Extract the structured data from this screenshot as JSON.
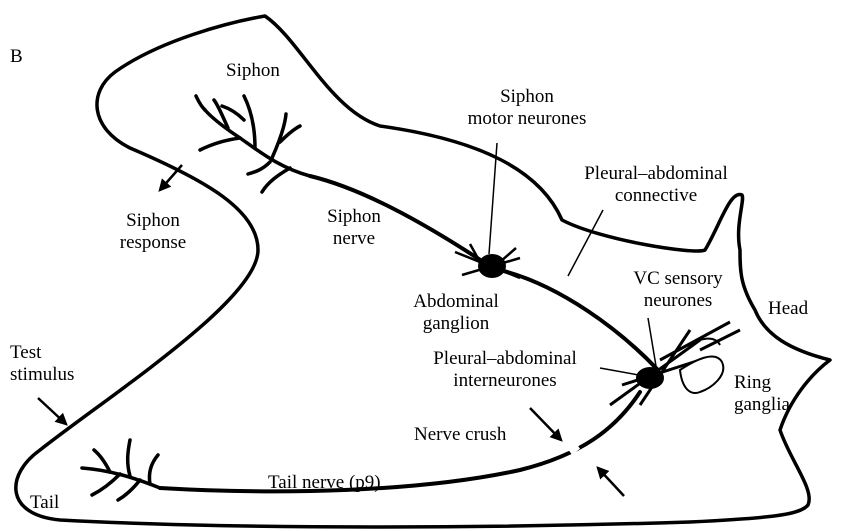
{
  "panel_letter": "B",
  "labels": {
    "siphon": "Siphon",
    "siphon_motor_neurones": [
      "Siphon",
      "motor neurones"
    ],
    "pleural_abdominal_connective": [
      "Pleural–abdominal",
      "connective"
    ],
    "siphon_response": [
      "Siphon",
      "response"
    ],
    "siphon_nerve": [
      "Siphon",
      "nerve"
    ],
    "abdominal_ganglion": [
      "Abdominal",
      "ganglion"
    ],
    "vc_sensory_neurones": [
      "VC sensory",
      "neurones"
    ],
    "head": "Head",
    "test_stimulus": [
      "Test",
      "stimulus"
    ],
    "pleural_abdominal_interneurones": [
      "Pleural–abdominal",
      "interneurones"
    ],
    "ring_ganglia": [
      "Ring",
      "ganglia"
    ],
    "nerve_crush": "Nerve crush",
    "tail": "Tail",
    "tail_nerve": "Tail nerve (p9)"
  },
  "colors": {
    "ink": "#000000",
    "background": "#ffffff"
  }
}
